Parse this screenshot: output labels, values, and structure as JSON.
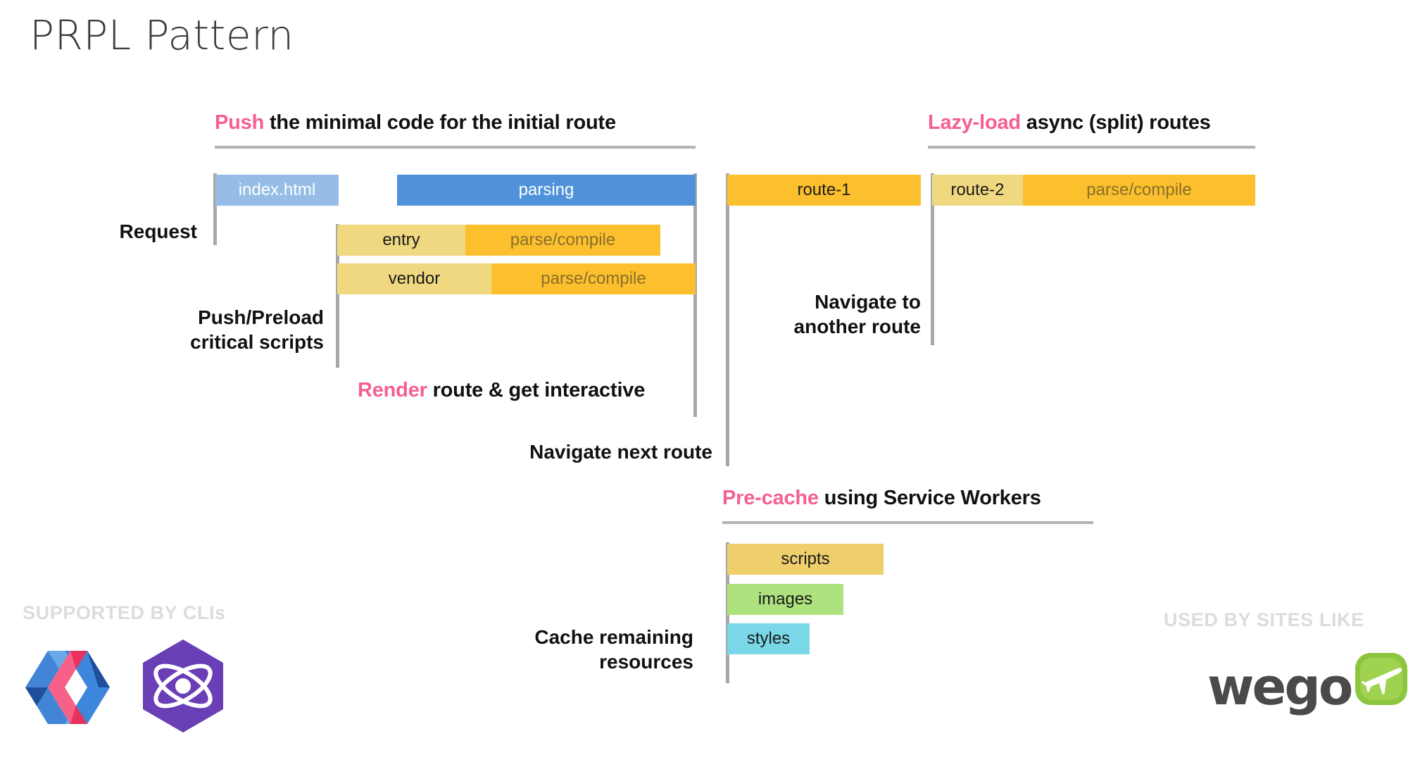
{
  "slide": {
    "title": "PRPL Pattern",
    "accent_color": "#F4608F",
    "rule_color": "#b3b3b3",
    "background": "#ffffff"
  },
  "sections": {
    "push": {
      "accent_word": "Push",
      "rest": " the minimal code for the initial route"
    },
    "lazy": {
      "accent_word": "Lazy-load",
      "rest": " async (split) routes"
    },
    "precache": {
      "accent_word": "Pre-cache",
      "rest": " using Service Workers"
    },
    "render": {
      "accent_word": "Render",
      "rest": " route & get interactive"
    }
  },
  "labels": {
    "request": "Request",
    "push_preload": "Push/Preload\ncritical scripts",
    "navigate_next": "Navigate next route",
    "navigate_another": "Navigate to\nanother route",
    "cache_remaining": "Cache remaining\nresources"
  },
  "timeline": {
    "initial_route": [
      {
        "name": "document-bar",
        "segments": [
          {
            "label": "index.html",
            "color": "#95BDE6",
            "text_color": "#ffffff"
          }
        ]
      },
      {
        "name": "parsing-bar",
        "segments": [
          {
            "label": "parsing",
            "color": "#5092DA",
            "text_color": "#ffffff"
          }
        ]
      },
      {
        "name": "entry-bar",
        "segments": [
          {
            "label": "entry",
            "color": "#F0D880",
            "text_color": "#1a1a1a"
          },
          {
            "label": "parse/compile",
            "color": "#FCC02E",
            "text_color": "#8a6f2a"
          }
        ]
      },
      {
        "name": "vendor-bar",
        "segments": [
          {
            "label": "vendor",
            "color": "#F0D880",
            "text_color": "#1a1a1a"
          },
          {
            "label": "parse/compile",
            "color": "#FCC02E",
            "text_color": "#8a6f2a"
          }
        ]
      }
    ],
    "lazy_routes": [
      {
        "name": "route-1-bar",
        "segments": [
          {
            "label": "route-1",
            "color": "#FCC02E",
            "text_color": "#1a1a1a"
          }
        ]
      },
      {
        "name": "route-2-bar",
        "segments": [
          {
            "label": "route-2",
            "color": "#F0D880",
            "text_color": "#1a1a1a"
          },
          {
            "label": "parse/compile",
            "color": "#FCC02E",
            "text_color": "#8a6f2a"
          }
        ]
      }
    ],
    "precache": [
      {
        "label": "scripts",
        "color": "#EFCE6C"
      },
      {
        "label": "images",
        "color": "#ADE27E"
      },
      {
        "label": "styles",
        "color": "#79D7E8"
      }
    ]
  },
  "footer": {
    "supported_by": "SUPPORTED BY CLIs",
    "used_by": "USED BY SITES LIKE",
    "logos": [
      {
        "name": "polymer-logo",
        "alt": "Polymer"
      },
      {
        "name": "preact-logo",
        "alt": "Preact"
      },
      {
        "name": "wego-logo",
        "alt": "wego",
        "wordmark": "wego"
      }
    ]
  }
}
